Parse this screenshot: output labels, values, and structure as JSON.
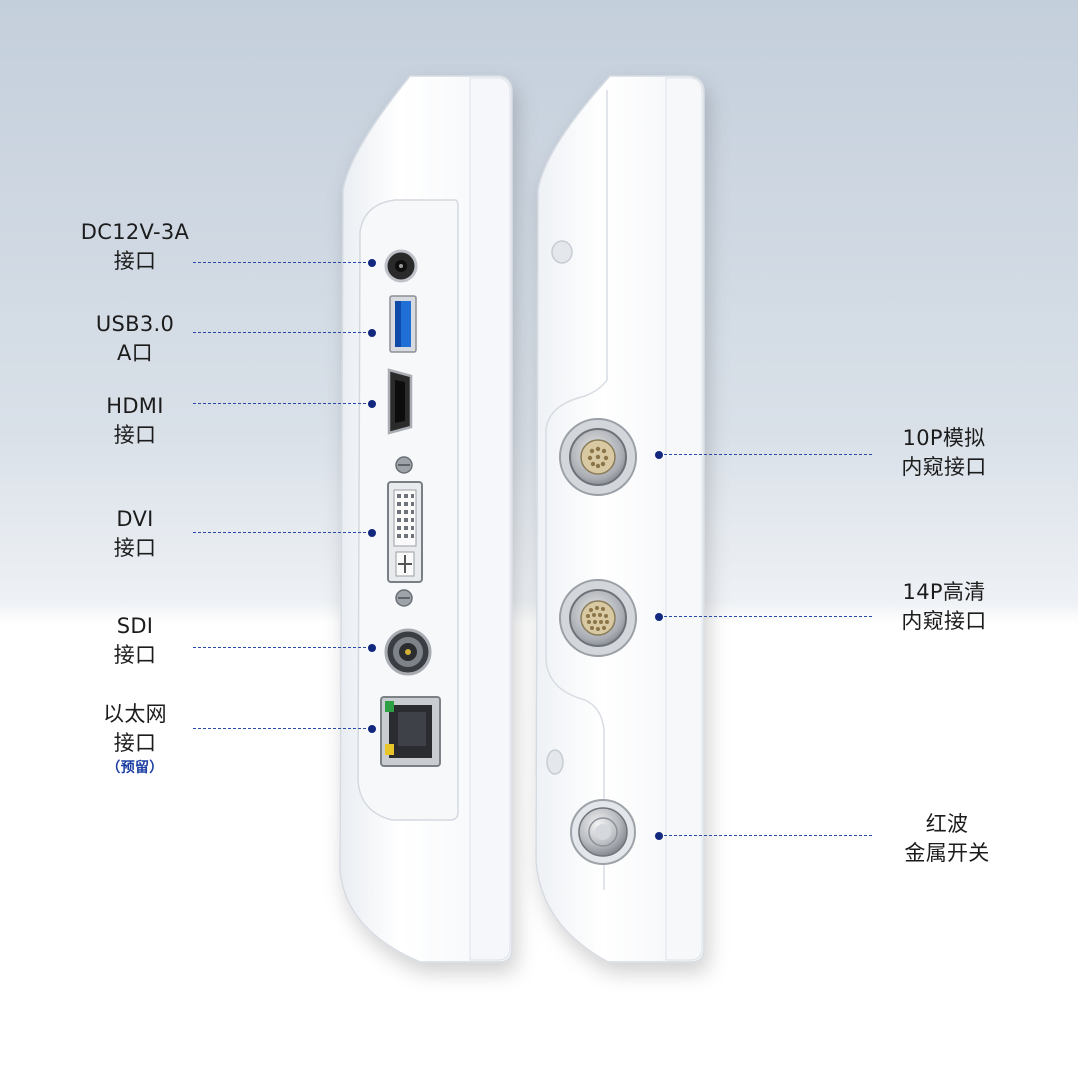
{
  "left_ports": [
    {
      "id": "dc",
      "line1": "DC12V-3A",
      "line2": "接口",
      "note": ""
    },
    {
      "id": "usb",
      "line1": "USB3.0",
      "line2": "A口",
      "note": ""
    },
    {
      "id": "hdmi",
      "line1": "HDMI",
      "line2": "接口",
      "note": ""
    },
    {
      "id": "dvi",
      "line1": "DVI",
      "line2": "接口",
      "note": ""
    },
    {
      "id": "sdi",
      "line1": "SDI",
      "line2": "接口",
      "note": ""
    },
    {
      "id": "ethernet",
      "line1": "以太网",
      "line2": "接口",
      "note": "（预留）"
    }
  ],
  "right_ports": [
    {
      "id": "endoscope-10p",
      "line1": "10P模拟",
      "line2": "内窥接口"
    },
    {
      "id": "endoscope-14p",
      "line1": "14P高清",
      "line2": "内窥接口"
    },
    {
      "id": "switch",
      "line1": "红波",
      "line2": "金属开关"
    }
  ],
  "colors": {
    "leader": "#2a4aa8",
    "dot": "#12287e",
    "note": "#1d3fa3",
    "usb_blue": "#1f6fd6",
    "device_body": "#ffffff"
  }
}
